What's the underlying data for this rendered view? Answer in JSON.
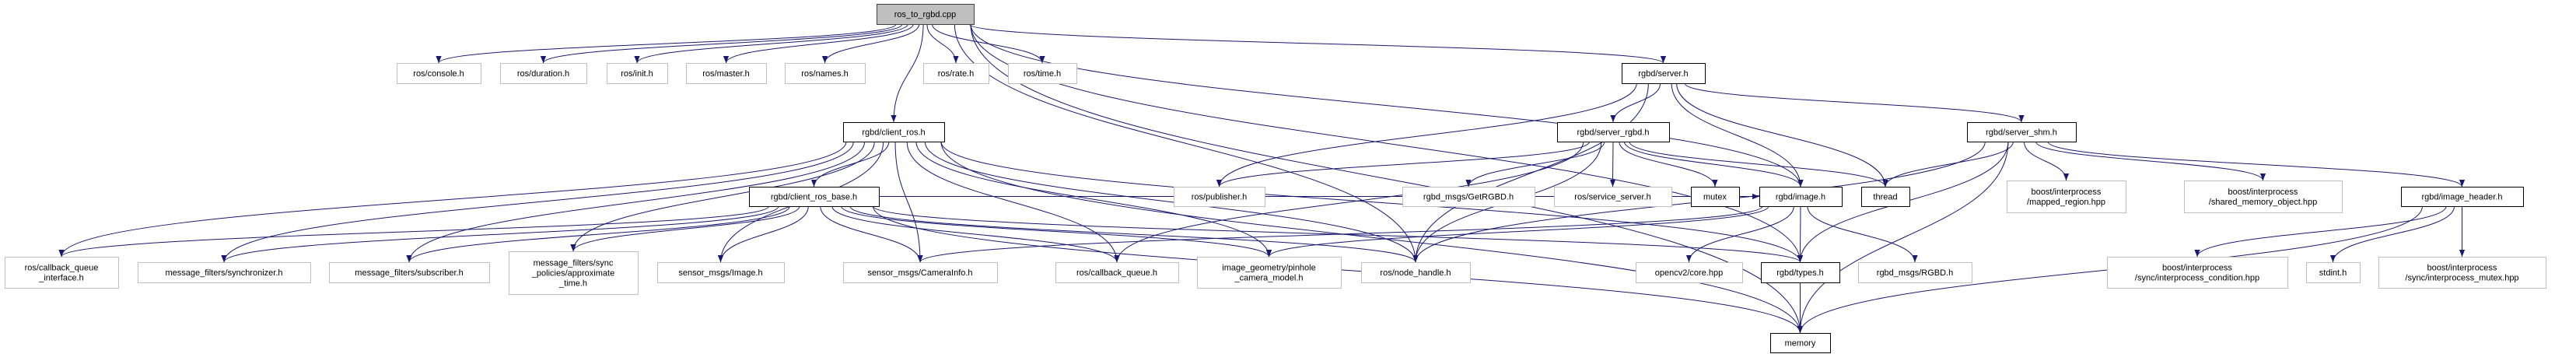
{
  "colors": {
    "edge": "#191970",
    "root_fill": "#bfbfbf",
    "documented_border": "#000000",
    "external_border": "#bfbfbf"
  },
  "nodes": [
    {
      "id": "root",
      "label": [
        "ros_to_rgbd.cpp"
      ],
      "kind": "root"
    },
    {
      "id": "console",
      "label": [
        "ros/console.h"
      ],
      "kind": "external"
    },
    {
      "id": "duration",
      "label": [
        "ros/duration.h"
      ],
      "kind": "external"
    },
    {
      "id": "init",
      "label": [
        "ros/init.h"
      ],
      "kind": "external"
    },
    {
      "id": "master",
      "label": [
        "ros/master.h"
      ],
      "kind": "external"
    },
    {
      "id": "names",
      "label": [
        "ros/names.h"
      ],
      "kind": "external"
    },
    {
      "id": "rate",
      "label": [
        "ros/rate.h"
      ],
      "kind": "external"
    },
    {
      "id": "time",
      "label": [
        "ros/time.h"
      ],
      "kind": "external"
    },
    {
      "id": "server",
      "label": [
        "rgbd/server.h"
      ],
      "kind": "documented"
    },
    {
      "id": "client_ros",
      "label": [
        "rgbd/client_ros.h"
      ],
      "kind": "documented"
    },
    {
      "id": "server_rgbd",
      "label": [
        "rgbd/server_rgbd.h"
      ],
      "kind": "documented"
    },
    {
      "id": "server_shm",
      "label": [
        "rgbd/server_shm.h"
      ],
      "kind": "documented"
    },
    {
      "id": "client_ros_base",
      "label": [
        "rgbd/client_ros_base.h"
      ],
      "kind": "documented"
    },
    {
      "id": "publisher",
      "label": [
        "ros/publisher.h"
      ],
      "kind": "external"
    },
    {
      "id": "getrgbd",
      "label": [
        "rgbd_msgs/GetRGBD.h"
      ],
      "kind": "external"
    },
    {
      "id": "service_server",
      "label": [
        "ros/service_server.h"
      ],
      "kind": "external"
    },
    {
      "id": "mutex",
      "label": [
        "mutex"
      ],
      "kind": "documented"
    },
    {
      "id": "image",
      "label": [
        "rgbd/image.h"
      ],
      "kind": "documented"
    },
    {
      "id": "thread",
      "label": [
        "thread"
      ],
      "kind": "documented"
    },
    {
      "id": "mapped_region",
      "label": [
        "boost/interprocess",
        "/mapped_region.hpp"
      ],
      "kind": "external"
    },
    {
      "id": "shared_memory_object",
      "label": [
        "boost/interprocess",
        "/shared_memory_object.hpp"
      ],
      "kind": "external"
    },
    {
      "id": "image_header",
      "label": [
        "rgbd/image_header.h"
      ],
      "kind": "documented"
    },
    {
      "id": "cb_queue_interface",
      "label": [
        "ros/callback_queue",
        "_interface.h"
      ],
      "kind": "external"
    },
    {
      "id": "synchronizer",
      "label": [
        "message_filters/synchronizer.h"
      ],
      "kind": "external"
    },
    {
      "id": "subscriber",
      "label": [
        "message_filters/subscriber.h"
      ],
      "kind": "external"
    },
    {
      "id": "approx_time",
      "label": [
        "message_filters/sync",
        "_policies/approximate",
        "_time.h"
      ],
      "kind": "external"
    },
    {
      "id": "sensor_image",
      "label": [
        "sensor_msgs/Image.h"
      ],
      "kind": "external"
    },
    {
      "id": "camera_info",
      "label": [
        "sensor_msgs/CameraInfo.h"
      ],
      "kind": "external"
    },
    {
      "id": "callback_queue",
      "label": [
        "ros/callback_queue.h"
      ],
      "kind": "external"
    },
    {
      "id": "pinhole",
      "label": [
        "image_geometry/pinhole",
        "_camera_model.h"
      ],
      "kind": "external"
    },
    {
      "id": "node_handle",
      "label": [
        "ros/node_handle.h"
      ],
      "kind": "external"
    },
    {
      "id": "opencv_core",
      "label": [
        "opencv2/core.hpp"
      ],
      "kind": "external"
    },
    {
      "id": "types",
      "label": [
        "rgbd/types.h"
      ],
      "kind": "documented"
    },
    {
      "id": "rgbd_msg",
      "label": [
        "rgbd_msgs/RGBD.h"
      ],
      "kind": "external"
    },
    {
      "id": "ip_condition",
      "label": [
        "boost/interprocess",
        "/sync/interprocess_condition.hpp"
      ],
      "kind": "external"
    },
    {
      "id": "stdint",
      "label": [
        "stdint.h"
      ],
      "kind": "external"
    },
    {
      "id": "ip_mutex",
      "label": [
        "boost/interprocess",
        "/sync/interprocess_mutex.hpp"
      ],
      "kind": "external"
    },
    {
      "id": "memory",
      "label": [
        "memory"
      ],
      "kind": "documented"
    }
  ],
  "edges": [
    [
      "root",
      "console"
    ],
    [
      "root",
      "duration"
    ],
    [
      "root",
      "init"
    ],
    [
      "root",
      "master"
    ],
    [
      "root",
      "names"
    ],
    [
      "root",
      "rate"
    ],
    [
      "root",
      "time"
    ],
    [
      "root",
      "client_ros"
    ],
    [
      "root",
      "server"
    ],
    [
      "root",
      "image"
    ],
    [
      "root",
      "node_handle"
    ],
    [
      "root",
      "types"
    ],
    [
      "root",
      "memory"
    ],
    [
      "server",
      "server_rgbd"
    ],
    [
      "server",
      "server_shm"
    ],
    [
      "server",
      "publisher"
    ],
    [
      "server",
      "image"
    ],
    [
      "server",
      "thread"
    ],
    [
      "server",
      "node_handle"
    ],
    [
      "server_rgbd",
      "publisher"
    ],
    [
      "server_rgbd",
      "callback_queue"
    ],
    [
      "server_rgbd",
      "node_handle"
    ],
    [
      "server_rgbd",
      "getrgbd"
    ],
    [
      "server_rgbd",
      "service_server"
    ],
    [
      "server_rgbd",
      "mutex"
    ],
    [
      "server_rgbd",
      "image"
    ],
    [
      "server_rgbd",
      "thread"
    ],
    [
      "server_shm",
      "thread"
    ],
    [
      "server_shm",
      "mapped_region"
    ],
    [
      "server_shm",
      "shared_memory_object"
    ],
    [
      "server_shm",
      "image_header"
    ],
    [
      "server_shm",
      "types"
    ],
    [
      "server_shm",
      "memory"
    ],
    [
      "server_shm",
      "node_handle"
    ],
    [
      "client_ros",
      "client_ros_base"
    ],
    [
      "client_ros",
      "cb_queue_interface"
    ],
    [
      "client_ros",
      "synchronizer"
    ],
    [
      "client_ros",
      "subscriber"
    ],
    [
      "client_ros",
      "approx_time"
    ],
    [
      "client_ros",
      "sensor_image"
    ],
    [
      "client_ros",
      "camera_info"
    ],
    [
      "client_ros",
      "callback_queue"
    ],
    [
      "client_ros",
      "pinhole"
    ],
    [
      "client_ros",
      "node_handle"
    ],
    [
      "client_ros",
      "memory"
    ],
    [
      "client_ros",
      "types"
    ],
    [
      "client_ros_base",
      "cb_queue_interface"
    ],
    [
      "client_ros_base",
      "synchronizer"
    ],
    [
      "client_ros_base",
      "subscriber"
    ],
    [
      "client_ros_base",
      "approx_time"
    ],
    [
      "client_ros_base",
      "sensor_image"
    ],
    [
      "client_ros_base",
      "camera_info"
    ],
    [
      "client_ros_base",
      "callback_queue"
    ],
    [
      "client_ros_base",
      "pinhole"
    ],
    [
      "client_ros_base",
      "node_handle"
    ],
    [
      "client_ros_base",
      "memory"
    ],
    [
      "client_ros_base",
      "types"
    ],
    [
      "client_ros_base",
      "image"
    ],
    [
      "image",
      "types"
    ],
    [
      "image",
      "opencv_core"
    ],
    [
      "image",
      "rgbd_msg"
    ],
    [
      "image",
      "camera_info"
    ],
    [
      "image",
      "pinhole"
    ],
    [
      "types",
      "memory"
    ],
    [
      "image_header",
      "ip_condition"
    ],
    [
      "image_header",
      "stdint"
    ],
    [
      "image_header",
      "ip_mutex"
    ],
    [
      "image_header",
      "memory"
    ]
  ]
}
